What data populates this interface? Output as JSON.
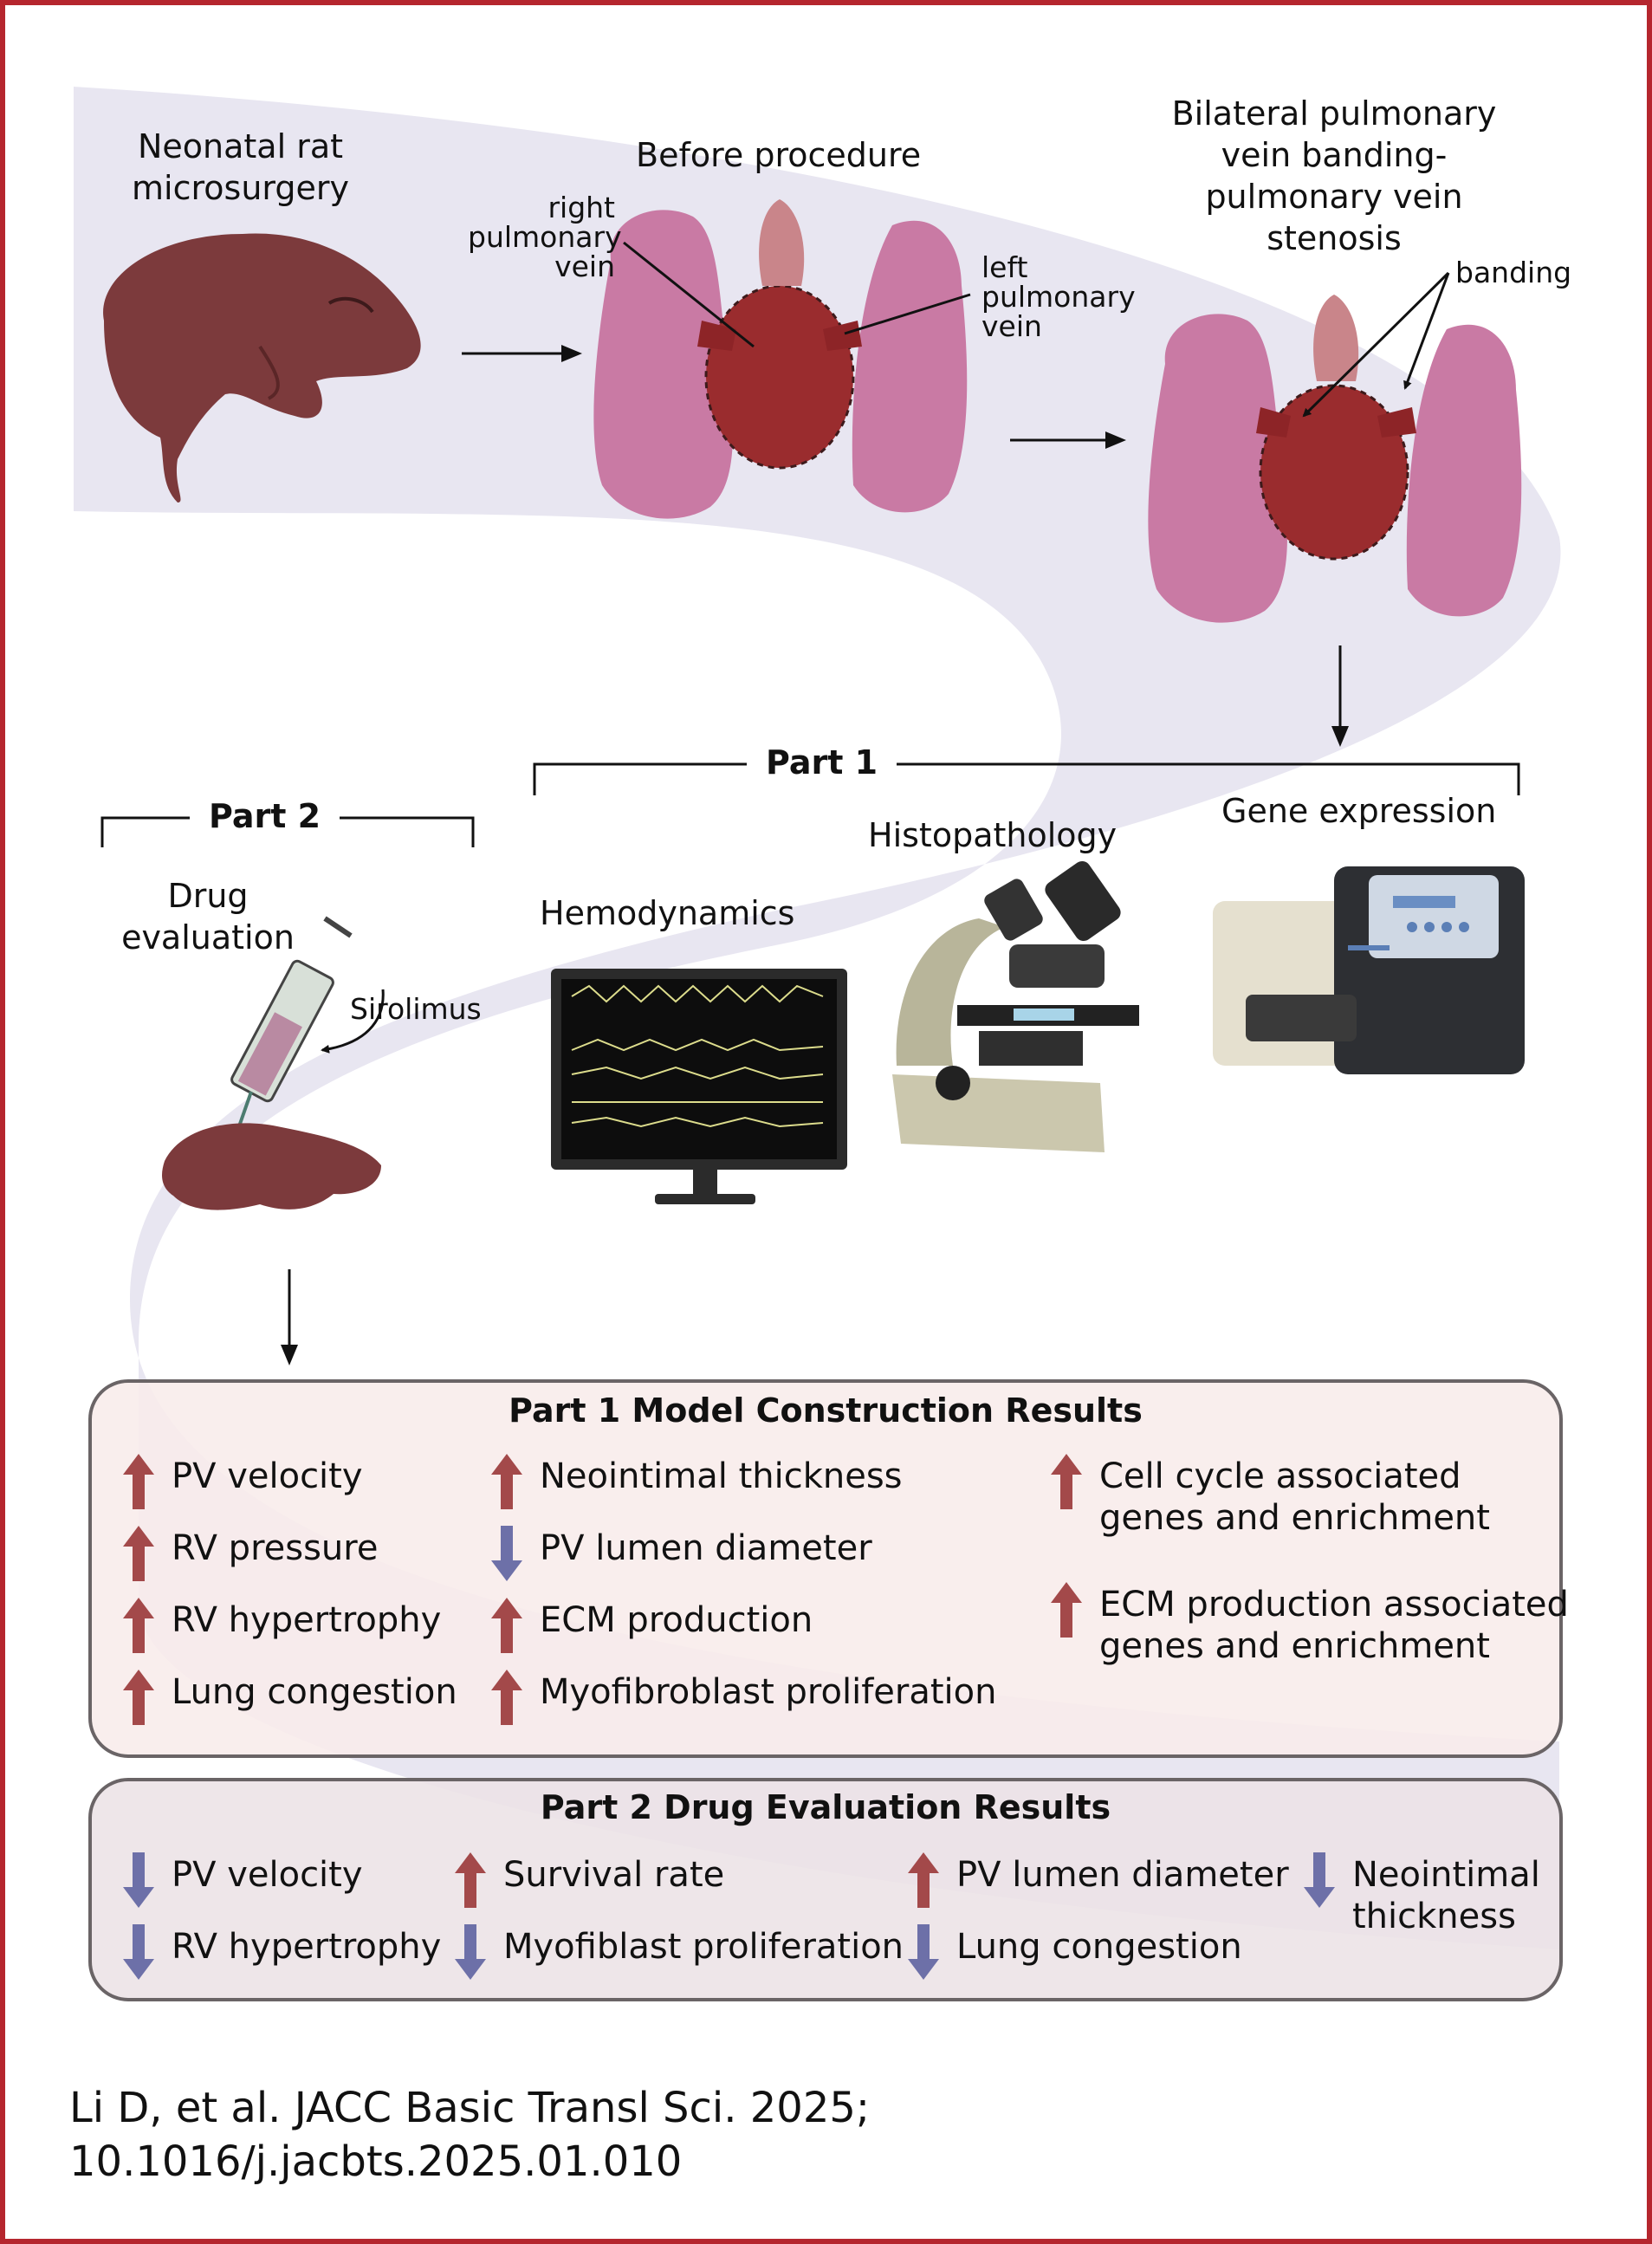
{
  "colors": {
    "frame": "#b5262e",
    "band": "#e8e6f1",
    "up_arrow": "#a3494a",
    "down_arrow": "#6d70a8",
    "rat": "#7c3a3c",
    "lung": "#c97aa4",
    "heart": "#9a2c2e"
  },
  "top": {
    "rat_title": [
      "Neonatal rat",
      "microsurgery"
    ],
    "before_title": "Before procedure",
    "right_vein": [
      "right",
      "pulmonary",
      "vein"
    ],
    "left_vein": [
      "left",
      "pulmonary",
      "vein"
    ],
    "after_title": [
      "Bilateral pulmonary",
      "vein banding-",
      "pulmonary vein",
      "stenosis"
    ],
    "banding": "banding"
  },
  "part1": {
    "header": "Part 1",
    "hemodynamics": "Hemodynamics",
    "histopathology": "Histopathology",
    "gene_expression": "Gene expression"
  },
  "part2": {
    "header": "Part 2",
    "drug_title": [
      "Drug",
      "evaluation"
    ],
    "drug": "Sirolimus"
  },
  "results1": {
    "title": "Part 1 Model Construction Results",
    "col1": [
      {
        "dir": "up",
        "text": "PV velocity"
      },
      {
        "dir": "up",
        "text": "RV pressure"
      },
      {
        "dir": "up",
        "text": "RV hypertrophy"
      },
      {
        "dir": "up",
        "text": "Lung congestion"
      }
    ],
    "col2": [
      {
        "dir": "up",
        "text": "Neointimal thickness"
      },
      {
        "dir": "down",
        "text": "PV lumen diameter"
      },
      {
        "dir": "up",
        "text": "ECM production"
      },
      {
        "dir": "up",
        "text": "Myofibroblast proliferation"
      }
    ],
    "col3": [
      {
        "dir": "up",
        "lines": [
          "Cell cycle associated",
          "genes and enrichment"
        ]
      },
      {
        "dir": "up",
        "lines": [
          "ECM production associated",
          "genes and enrichment"
        ]
      }
    ]
  },
  "results2": {
    "title": "Part 2 Drug Evaluation Results",
    "col1": [
      {
        "dir": "down",
        "text": "PV velocity"
      },
      {
        "dir": "down",
        "text": "RV hypertrophy"
      }
    ],
    "col2": [
      {
        "dir": "up",
        "text": "Survival rate"
      },
      {
        "dir": "down",
        "text": "Myofiblast proliferation"
      }
    ],
    "col3": [
      {
        "dir": "up",
        "text": "PV lumen diameter"
      },
      {
        "dir": "down",
        "text": "Lung congestion"
      }
    ],
    "col4": [
      {
        "dir": "down",
        "lines": [
          "Neointimal",
          "thickness"
        ]
      }
    ]
  },
  "citation": [
    "Li D, et al. JACC Basic Transl Sci. 2025;",
    "10.1016/j.jacbts.2025.01.010"
  ]
}
